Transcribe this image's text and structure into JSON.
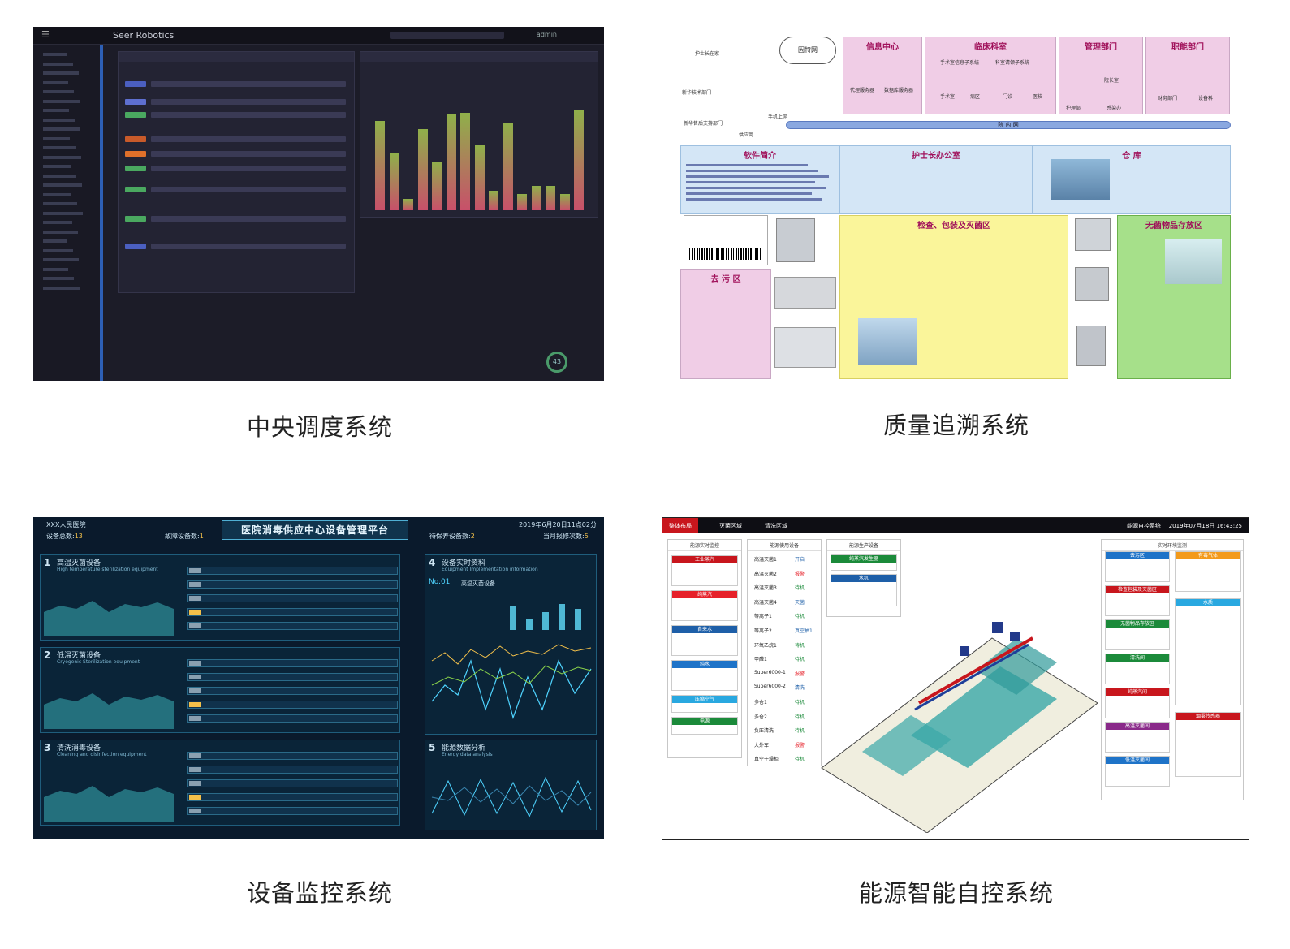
{
  "captions": {
    "central_dispatch": "中央调度系统",
    "quality_trace": "质量追溯系统",
    "equipment_monitor": "设备监控系统",
    "energy_control": "能源智能自控系统"
  },
  "dispatch": {
    "brand": "Seer Robotics",
    "user": "admin",
    "gauge_value": "43"
  },
  "trace": {
    "cloud_label": "因特网",
    "lan_label": "院 内 网",
    "zones": {
      "info_center": "信息中心",
      "clinical": "临床科室",
      "management": "管理部门",
      "function": "职能部门",
      "software_intro": "软件简介",
      "head_nurse_office": "护士长办公室",
      "warehouse": "仓 库",
      "check_pack_sterilize": "检查、包装及灭菌区",
      "sterile_storage": "无菌物品存放区",
      "decontamination": "去 污 区"
    },
    "nodes": {
      "head_nurse_home": "护士长在家",
      "tech_dept": "新华技术部门",
      "after_sales": "新华售后支持部门",
      "supplier": "供应商",
      "mobile_net": "手机上网",
      "proxy_server": "代理服务器",
      "db_server": "数据库服务器",
      "surgery_sub": "手术室信息子系统",
      "dept_sub": "科室请领子系统",
      "or": "手术室",
      "ward": "病区",
      "clinic": "门诊",
      "doctor": "医技",
      "nursing": "护理部",
      "infection": "感染办",
      "hospital_office": "院长室",
      "finance": "财务部门",
      "equipment": "设备科"
    }
  },
  "monitor": {
    "hospital": "XXX人民医院",
    "title": "医院消毒供应中心设备管理平台",
    "datetime": "2019年6月20日11点02分",
    "device_total_label": "设备总数:",
    "device_total": "13",
    "fault_label": "故障设备数:",
    "fault": "1",
    "maint_label": "待保养设备数:",
    "maint": "2",
    "repairs_label": "当月报修次数:",
    "repairs": "5",
    "sections": [
      {
        "num": "1",
        "title": "高温灭菌设备",
        "en": "High temperature sterilization equipment"
      },
      {
        "num": "2",
        "title": "低温灭菌设备",
        "en": "Cryogenic Sterilization equipment"
      },
      {
        "num": "3",
        "title": "清洗消毒设备",
        "en": "Cleaning and disinfection equipment"
      }
    ],
    "realtime_num": "4",
    "realtime_title": "设备实时资料",
    "realtime_en": "Equipment Implementation information",
    "realtime_device": "No.01",
    "realtime_device_name": "高温灭菌设备",
    "energy_num": "5",
    "energy_title": "能源数据分析",
    "energy_en": "Energy data analysis"
  },
  "energy": {
    "tabs": [
      "整体布局",
      "灭菌区域",
      "清洗区域"
    ],
    "header_right": "能源自控系统",
    "datetime": "2019年07月18日  16:43:25",
    "left_title": "能源实时监控",
    "mid_title": "能源使用设备",
    "prod_title": "能源生产设备",
    "right_title": "实时环境监测",
    "sources": [
      {
        "name": "工业蒸汽",
        "color": "#c8161d"
      },
      {
        "name": "纯蒸汽",
        "color": "#e6212a"
      },
      {
        "name": "自来水",
        "color": "#1e5fa8"
      },
      {
        "name": "纯水",
        "color": "#1e73c8"
      },
      {
        "name": "压缩空气",
        "color": "#29a8e0"
      },
      {
        "name": "电源",
        "color": "#1b8a3a"
      }
    ],
    "devices": [
      "高温灭菌1",
      "高温灭菌2",
      "高温灭菌3",
      "高温灭菌4",
      "等离子1",
      "等离子2",
      "环氧乙烷1",
      "甲醛1",
      "Super6000-1",
      "Super6000-2",
      "多仓1",
      "多仓2",
      "负压清洗",
      "大外车",
      "真空干燥柜"
    ],
    "device_status": [
      "开启",
      "报警",
      "待机",
      "灭菌",
      "待机",
      "真空抽1",
      "待机",
      "待机",
      "报警",
      "清洗",
      "待机",
      "待机",
      "待机",
      "报警",
      "待机"
    ],
    "prod_units": [
      {
        "name": "纯蒸汽发生器",
        "color": "#1b8a3a"
      },
      {
        "name": "水机",
        "color": "#1e5fa8"
      }
    ],
    "env_zones": [
      {
        "name": "去污区",
        "color": "#1e73c8"
      },
      {
        "name": "检查包装及灭菌区",
        "color": "#c8161d"
      },
      {
        "name": "无菌物品存放区",
        "color": "#1b8a3a"
      },
      {
        "name": "清洗间",
        "color": "#1b8a3a"
      },
      {
        "name": "纯蒸汽间",
        "color": "#c8161d"
      },
      {
        "name": "高温灭菌间",
        "color": "#8a2a8a"
      },
      {
        "name": "低温灭菌间",
        "color": "#1e73c8"
      }
    ],
    "env_right": [
      {
        "name": "有毒气体",
        "color": "#f39a1b"
      },
      {
        "name": "水质",
        "color": "#29a8e0"
      },
      {
        "name": "烟雾传感器",
        "color": "#c8161d"
      }
    ]
  }
}
